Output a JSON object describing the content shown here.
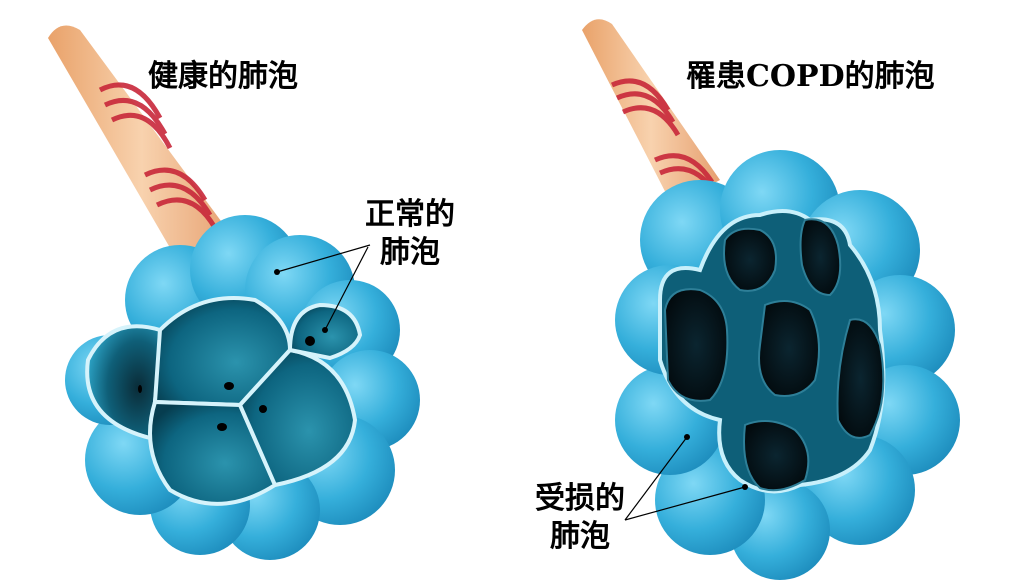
{
  "panels": {
    "healthy": {
      "title": "健康的肺泡",
      "callout_line1": "正常的",
      "callout_line2": "肺泡"
    },
    "copd": {
      "title": "罹患COPD的肺泡",
      "callout_line1": "受损的",
      "callout_line2": "肺泡"
    }
  },
  "colors": {
    "bronchiole": "#f0b788",
    "muscle_band": "#c8283a",
    "alveoli_outer": "#3bb6e0",
    "alveoli_inner": "#0e5f78",
    "membrane": "#c8f0fb",
    "damaged_cavity": "#05161c"
  }
}
